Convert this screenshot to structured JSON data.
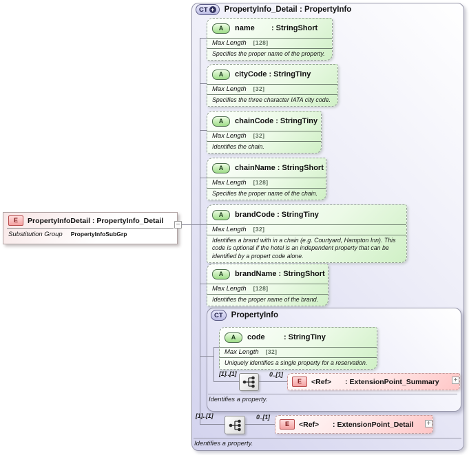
{
  "ui": {
    "colon": ":"
  },
  "colors": {
    "complex_type_fill": "#d3d3ee",
    "attribute_fill": "#d0f0c6",
    "element_fill": "#f7b9b9",
    "connector_line": "#8a8a9a"
  },
  "element": {
    "badge": "E",
    "title": "PropertyInfoDetail : PropertyInfo_Detail",
    "substitution_group_label": "Substitution Group",
    "substitution_group_value": "PropertyInfoSubGrp",
    "collapse_glyph": "−"
  },
  "main_type": {
    "badge": "CT",
    "expand_glyph": "+",
    "title": "PropertyInfo_Detail : PropertyInfo",
    "attributes": [
      {
        "badge": "A",
        "name": "name",
        "type": "StringShort",
        "facet_label": "Max Length",
        "facet_value": "[128]",
        "description": "Specifies the proper name of the property."
      },
      {
        "badge": "A",
        "name": "cityCode",
        "type": "StringTiny",
        "facet_label": "Max Length",
        "facet_value": "[32]",
        "description": "Specifies the three character IATA city code."
      },
      {
        "badge": "A",
        "name": "chainCode",
        "type": "StringTiny",
        "facet_label": "Max Length",
        "facet_value": "[32]",
        "description": "Identifies the chain."
      },
      {
        "badge": "A",
        "name": "chainName",
        "type": "StringShort",
        "facet_label": "Max Length",
        "facet_value": "[128]",
        "description": "Specifies the proper name of the chain."
      },
      {
        "badge": "A",
        "name": "brandCode",
        "type": "StringTiny",
        "facet_label": "Max Length",
        "facet_value": "[32]",
        "description": "Identifies a brand with in a chain (e.g. Courtyard, Hampton Inn).  This code is optional if the hotel is an independent property that can be identified by a propert code alone."
      },
      {
        "badge": "A",
        "name": "brandName",
        "type": "StringShort",
        "facet_label": "Max Length",
        "facet_value": "[128]",
        "description": "Identifies the proper name of the brand."
      }
    ],
    "nested_type": {
      "badge": "CT",
      "title": "PropertyInfo",
      "attribute": {
        "badge": "A",
        "name": "code",
        "type": "StringTiny",
        "facet_label": "Max Length",
        "facet_value": "[32]",
        "description": "Uniquely identifies a single property for a reservation."
      },
      "sequence_cardinality": "[1]..[1]",
      "ref_cardinality": "0..[1]",
      "ref": {
        "badge": "E",
        "name": "<Ref>",
        "type": "ExtensionPoint_Summary",
        "expand_glyph": "+"
      },
      "footer": "Identifies a property."
    },
    "sequence_cardinality": "[1]..[1]",
    "ref_cardinality": "0..[1]",
    "ref": {
      "badge": "E",
      "name": "<Ref>",
      "type": "ExtensionPoint_Detail",
      "expand_glyph": "+"
    },
    "footer": "Identifies a property."
  }
}
